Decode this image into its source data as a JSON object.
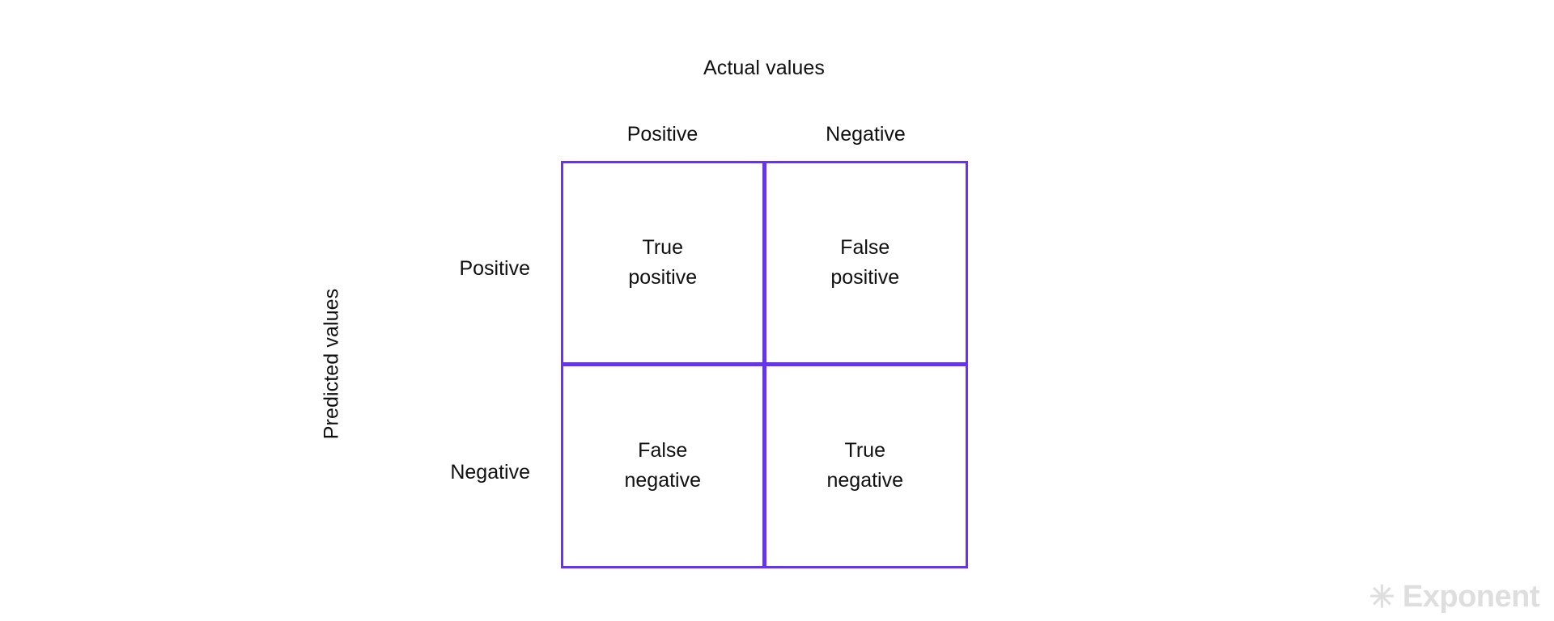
{
  "diagram": {
    "type": "confusion-matrix",
    "top_axis_title": "Actual values",
    "left_axis_title": "Predicted values",
    "column_headers": [
      "Positive",
      "Negative"
    ],
    "row_headers": [
      "Positive",
      "Negative"
    ],
    "cells": [
      {
        "line1": "True",
        "line2": "positive",
        "row": "Positive",
        "column": "Positive"
      },
      {
        "line1": "False",
        "line2": "positive",
        "row": "Positive",
        "column": "Negative"
      },
      {
        "line1": "False",
        "line2": "negative",
        "row": "Negative",
        "column": "Positive"
      },
      {
        "line1": "True",
        "line2": "negative",
        "row": "Negative",
        "column": "Negative"
      }
    ],
    "colors": {
      "grid_border": "#6633ee",
      "text": "#101010",
      "background": "#ffffff",
      "watermark": "#dedede"
    }
  },
  "watermark": {
    "star_glyph": "✳",
    "brand": "Exponent"
  }
}
